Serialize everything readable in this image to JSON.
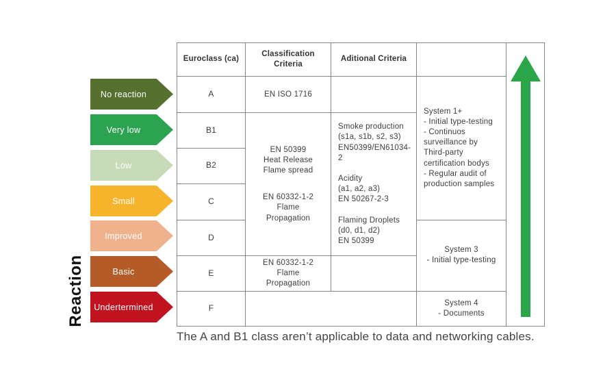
{
  "table": {
    "headers": {
      "euroclass": "Euroclass (ca)",
      "classification": "Classification\nCriteria",
      "additional": "Aditional Criteria"
    },
    "euroclass_labels": [
      "A",
      "B1",
      "B2",
      "C",
      "D",
      "E",
      "F"
    ],
    "classification": {
      "a": "EN ISO 1716",
      "b1_d_block1": "EN 50399\nHeat Release\nFlame spread",
      "b1_d_block2": "EN 60332-1-2\nFlame\nPropagation",
      "e": "EN 60332-1-2\nFlame\nPropagation"
    },
    "additional": {
      "b1_d": "Smoke production\n(s1a, s1b, s2, s3)\nEN50399/EN61034-2\n\nAcidity\n(a1, a2, a3)\nEN 50267-2-3\n\nFlaming Droplets\n(d0, d1, d2)\nEN 50399"
    },
    "system": {
      "s1plus": "System 1+\n- Initial type-testing\n- Continuos\nsurveillance by\nThird-party\ncertification bodys\n- Regular audit of\nproduction samples",
      "s3": "System 3\n- Initial type-testing",
      "s4": "System 4\n- Documents"
    }
  },
  "reaction_axis": {
    "label": "Reaction",
    "levels": [
      {
        "label": "No reaction",
        "color": "#567030"
      },
      {
        "label": "Very low",
        "color": "#2ba351"
      },
      {
        "label": "Low",
        "color": "#c8dbb9"
      },
      {
        "label": "Small",
        "color": "#f6b42c"
      },
      {
        "label": "Improved",
        "color": "#efb28c"
      },
      {
        "label": "Basic",
        "color": "#b55b27"
      },
      {
        "label": "Undertermined",
        "color": "#c1121f"
      }
    ]
  },
  "up_arrow_color": "#2ba64a",
  "caption": "The A and B1 class aren’t applicable to data and networking cables."
}
